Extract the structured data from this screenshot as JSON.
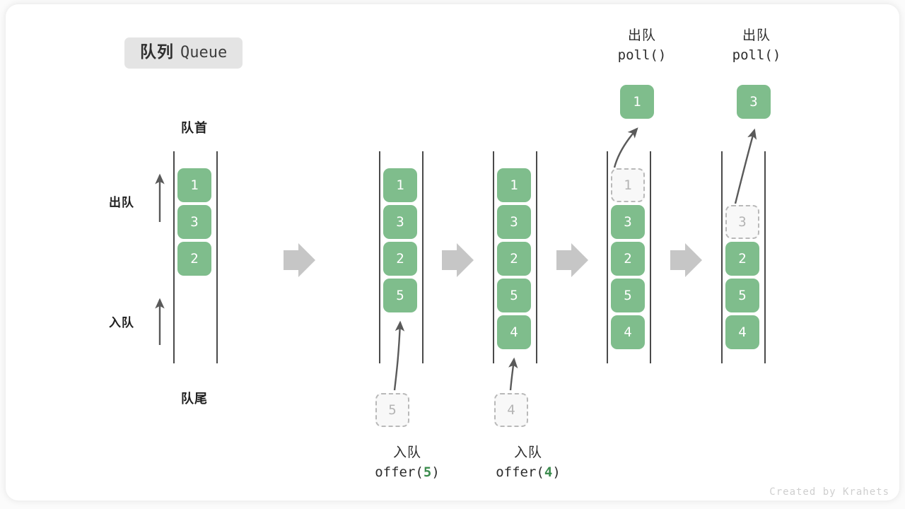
{
  "title": {
    "cn": "队列",
    "en": "Queue"
  },
  "labels": {
    "front": "队首",
    "rear": "队尾",
    "dequeue": "出队",
    "enqueue": "入队"
  },
  "credit": "Created by Krahets",
  "colors": {
    "item": "#7fbd8c",
    "ghost_fill": "#f8f8f8",
    "ghost_border": "#b9b9b9",
    "rail": "#4a4a4a",
    "flow_arrow": "#c6c6c6",
    "accent_text": "#3c8c4e",
    "chip_bg": "#e4e4e4",
    "card_bg": "#ffffff"
  },
  "flow_arrow_icon": "right-block-arrow",
  "columns": [
    {
      "id": "initial",
      "cells": [
        "1",
        "3",
        "2"
      ],
      "ghost_index": -1,
      "head_label": "队首",
      "foot_label": "队尾",
      "side_labels": [
        "出队",
        "入队"
      ],
      "caption": null,
      "popped": null
    },
    {
      "id": "offer-5",
      "cells": [
        "1",
        "3",
        "2",
        "5"
      ],
      "ghost_index": -1,
      "incoming": "5",
      "caption": {
        "cn": "入队",
        "code_prefix": "offer(",
        "code_value": "5",
        "code_suffix": ")"
      },
      "popped": null
    },
    {
      "id": "offer-4",
      "cells": [
        "1",
        "3",
        "2",
        "5",
        "4"
      ],
      "ghost_index": -1,
      "incoming": "4",
      "caption": {
        "cn": "入队",
        "code_prefix": "offer(",
        "code_value": "4",
        "code_suffix": ")"
      },
      "popped": null
    },
    {
      "id": "poll-1",
      "cells": [
        "1",
        "3",
        "2",
        "5",
        "4"
      ],
      "ghost_index": 0,
      "caption": null,
      "popped": {
        "value": "1",
        "cn": "出队",
        "code": "poll()"
      }
    },
    {
      "id": "poll-3",
      "cells": [
        "3",
        "2",
        "5",
        "4"
      ],
      "ghost_index": 0,
      "ghost_row": 1,
      "caption": null,
      "popped": {
        "value": "3",
        "cn": "出队",
        "code": "poll()"
      }
    }
  ]
}
